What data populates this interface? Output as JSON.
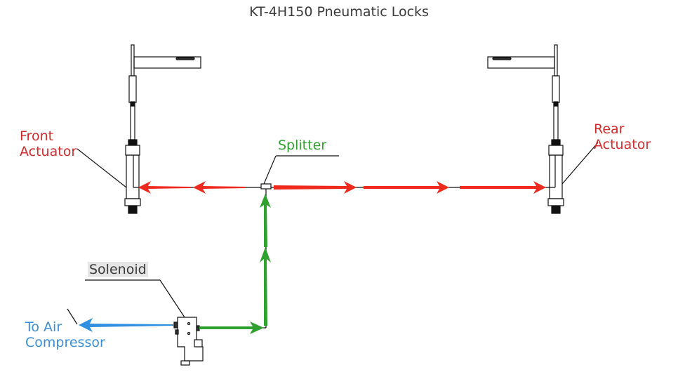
{
  "title": "KT-4H150 Pneumatic Locks",
  "labels": {
    "front_actuator": [
      "Front",
      "Actuator"
    ],
    "rear_actuator": [
      "Rear",
      "Actuator"
    ],
    "splitter": "Splitter",
    "solenoid": "Solenoid",
    "air_compressor": [
      "To Air",
      "Compressor"
    ]
  },
  "colors": {
    "red_arrow": "#ee2a1f",
    "green_arrow": "#2ea12e",
    "blue_arrow": "#2f8fe0",
    "line": "#111111"
  }
}
